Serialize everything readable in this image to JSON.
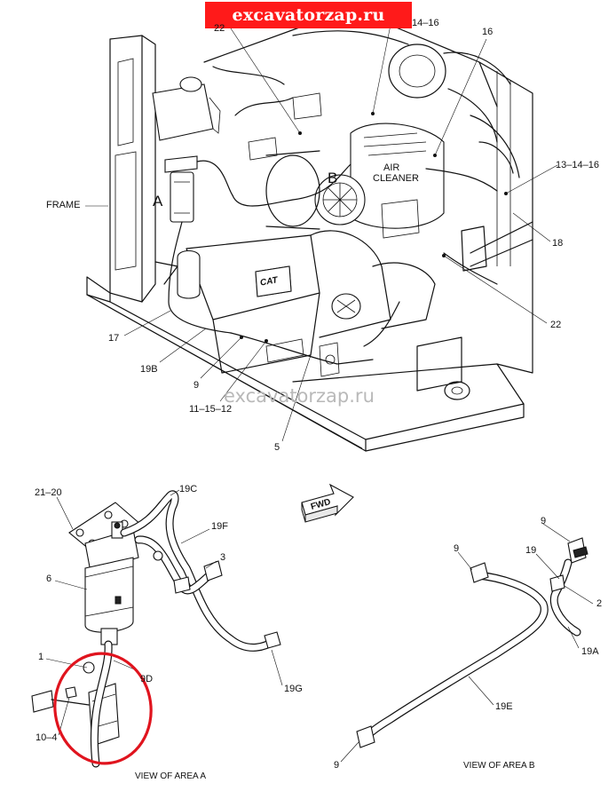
{
  "banner": {
    "text": "excavatorzap.ru"
  },
  "watermark": {
    "text": "excavatorzap.ru"
  },
  "colors": {
    "banner_bg": "#ff1a1a",
    "banner_text": "#ffffff",
    "line": "#111111",
    "highlight": "#e0141e",
    "watermark": "#b9b9b9"
  },
  "top_view": {
    "callouts": {
      "c22_top": "22",
      "c14_16": "14–16",
      "c16": "16",
      "c13_14_16": "13–14–16",
      "c18": "18",
      "c22_right": "22",
      "c5": "5",
      "c11_15_12": "11–15–12",
      "c9": "9",
      "c19b": "19B",
      "c17": "17",
      "frame": "FRAME",
      "area_a": "A",
      "area_b": "B",
      "air_cleaner_line1": "AIR",
      "air_cleaner_line2": "CLEANER"
    },
    "brand_plate": "CAT"
  },
  "fwd_arrow": {
    "text": "FWD"
  },
  "view_a": {
    "caption": "VIEW OF AREA  A",
    "callouts": {
      "c21_20": "21–20",
      "c19c": "19C",
      "c19f": "19F",
      "c3": "3",
      "c6": "6",
      "c1": "1",
      "c9d": "9D",
      "c10_4": "10–4",
      "c19g": "19G"
    },
    "highlight_icon": "red-ellipse-highlight"
  },
  "view_b": {
    "caption": "VIEW OF AREA  B",
    "callouts": {
      "c9_top": "9",
      "c9_left": "9",
      "c19": "19",
      "c2": "2",
      "c19a": "19A",
      "c19e": "19E",
      "c9_bottom": "9"
    }
  }
}
